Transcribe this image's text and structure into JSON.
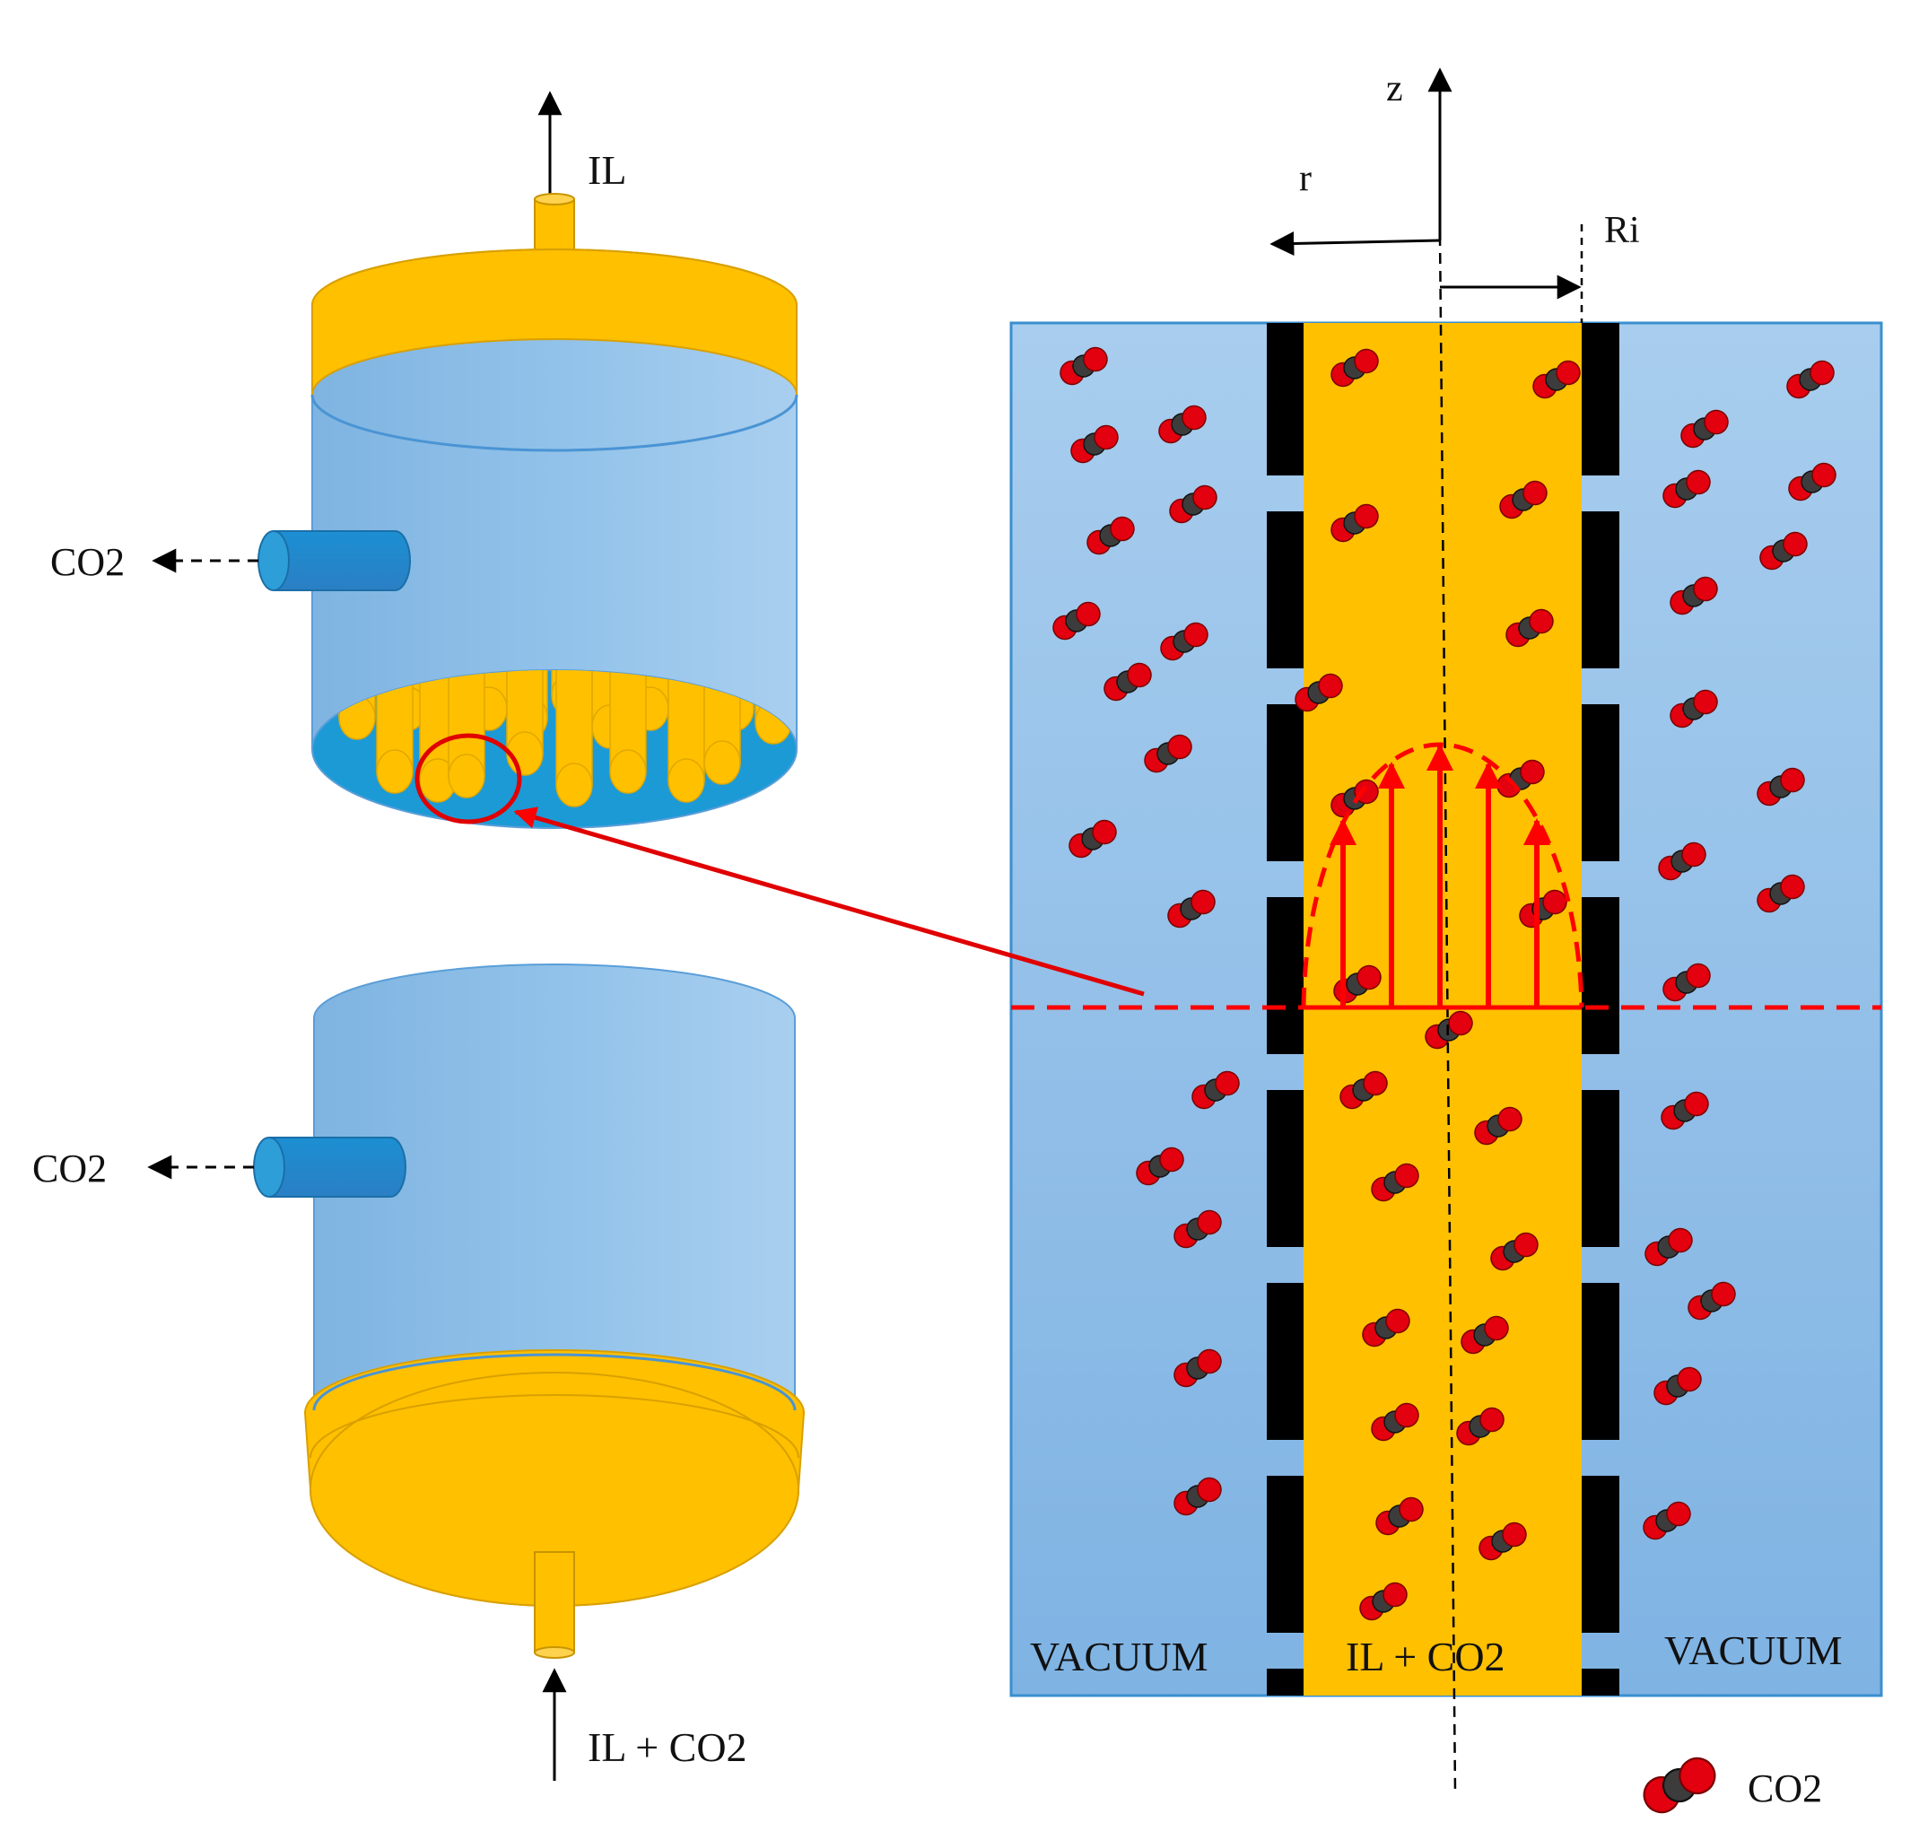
{
  "left_module": {
    "top_outlet_label": "IL",
    "co2_outlet_label_upper": "CO2",
    "co2_outlet_label_lower": "CO2",
    "bottom_inlet_label": "IL + CO2"
  },
  "axes": {
    "z_label": "z",
    "r_label": "r",
    "radius_label": "Ri"
  },
  "detail_panel": {
    "left_region_label": "VACUUM",
    "center_region_label": "IL + CO2",
    "right_region_label": "VACUUM"
  },
  "legend": {
    "molecule_label": "CO2"
  },
  "colors": {
    "ionic_liquid": "#FFC000",
    "shell": "#8DBDE8",
    "membrane": "#000000",
    "highlight": "#FF0000",
    "port": "#2E9ED8",
    "co2_oxygen": "#E3000F",
    "co2_carbon": "#3A3A3A"
  }
}
